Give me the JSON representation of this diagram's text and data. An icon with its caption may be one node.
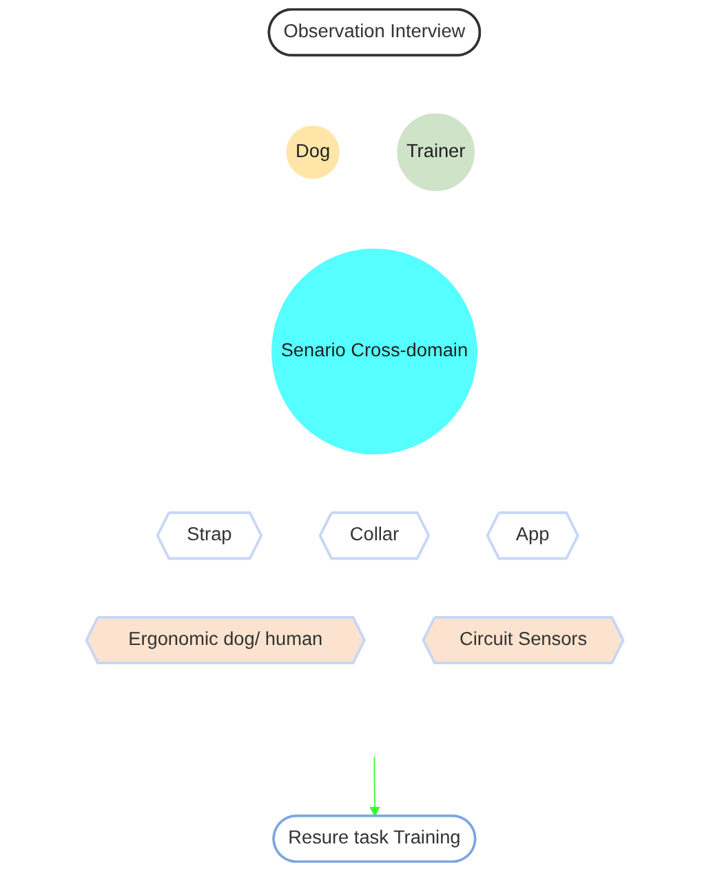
{
  "diagram": {
    "nodes": [
      {
        "text": [
          "Observation Interview"
        ]
      },
      {
        "text": [
          "Dog"
        ]
      },
      {
        "text": [
          "Trainer"
        ]
      },
      {
        "text": [
          "Senario Cross-domain"
        ]
      },
      {
        "text": [
          "Strap"
        ]
      },
      {
        "text": [
          "Collar"
        ]
      },
      {
        "text": [
          "App"
        ]
      },
      {
        "text": [
          "Ergonomic dog/ human"
        ]
      },
      {
        "text": [
          "Circuit Sensors"
        ]
      },
      {
        "text": [
          "Resure task Training"
        ]
      }
    ],
    "edges": [
      {
        "from": null,
        "to": 9,
        "arrow": "to",
        "color": "#33ff33"
      }
    ]
  }
}
